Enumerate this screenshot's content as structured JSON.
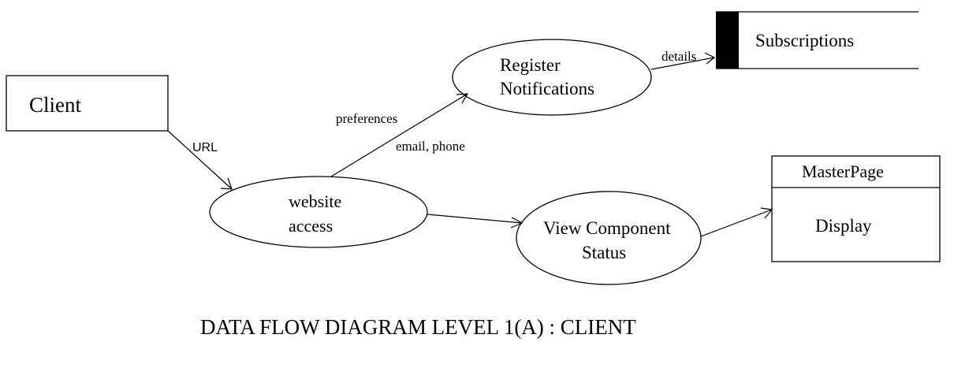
{
  "external_entity": {
    "label": "Client"
  },
  "processes": {
    "website_access": {
      "line1": "website",
      "line2": "access"
    },
    "register_notifications": {
      "line1": "Register",
      "line2": "Notifications"
    },
    "view_component_status": {
      "line1": "View Component",
      "line2": "Status"
    }
  },
  "data_stores": {
    "subscriptions": {
      "label": "Subscriptions"
    },
    "masterpage": {
      "title": "MasterPage",
      "body": "Display"
    }
  },
  "flows": {
    "url": "URL",
    "preferences": "preferences",
    "email_phone": "email, phone",
    "details": "details"
  },
  "caption": "DATA FLOW DIAGRAM LEVEL 1(A) : CLIENT"
}
